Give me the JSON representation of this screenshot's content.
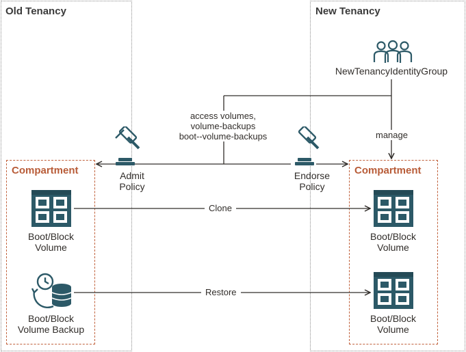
{
  "regions": {
    "old": {
      "title": "Old Tenancy"
    },
    "new": {
      "title": "New Tenancy"
    }
  },
  "identity_group": {
    "label": "NewTenancyIdentityGroup",
    "icon": "user-group-icon"
  },
  "permissions": {
    "line1": "access volumes,",
    "line2": "volume-backups",
    "line3": "boot--volume-backups"
  },
  "manage_label": "manage",
  "admit_policy": {
    "line1": "Admit",
    "line2": "Policy",
    "icon": "gavel-icon"
  },
  "endorse_policy": {
    "line1": "Endorse",
    "line2": "Policy",
    "icon": "gavel-icon"
  },
  "old_compartment": {
    "title": "Compartment",
    "volume": {
      "line1": "Boot/Block",
      "line2": "Volume",
      "icon": "block-volume-icon"
    },
    "backup": {
      "line1": "Boot/Block",
      "line2": "Volume Backup",
      "icon": "volume-backup-icon"
    }
  },
  "new_compartment": {
    "title": "Compartment",
    "volume1": {
      "line1": "Boot/Block",
      "line2": "Volume",
      "icon": "block-volume-icon"
    },
    "volume2": {
      "line1": "Boot/Block",
      "line2": "Volume",
      "icon": "block-volume-icon"
    }
  },
  "edges": {
    "clone": "Clone",
    "restore": "Restore"
  },
  "colors": {
    "icon": "#2c5967",
    "compartment": "#c0603a",
    "line": "#312d2a"
  }
}
